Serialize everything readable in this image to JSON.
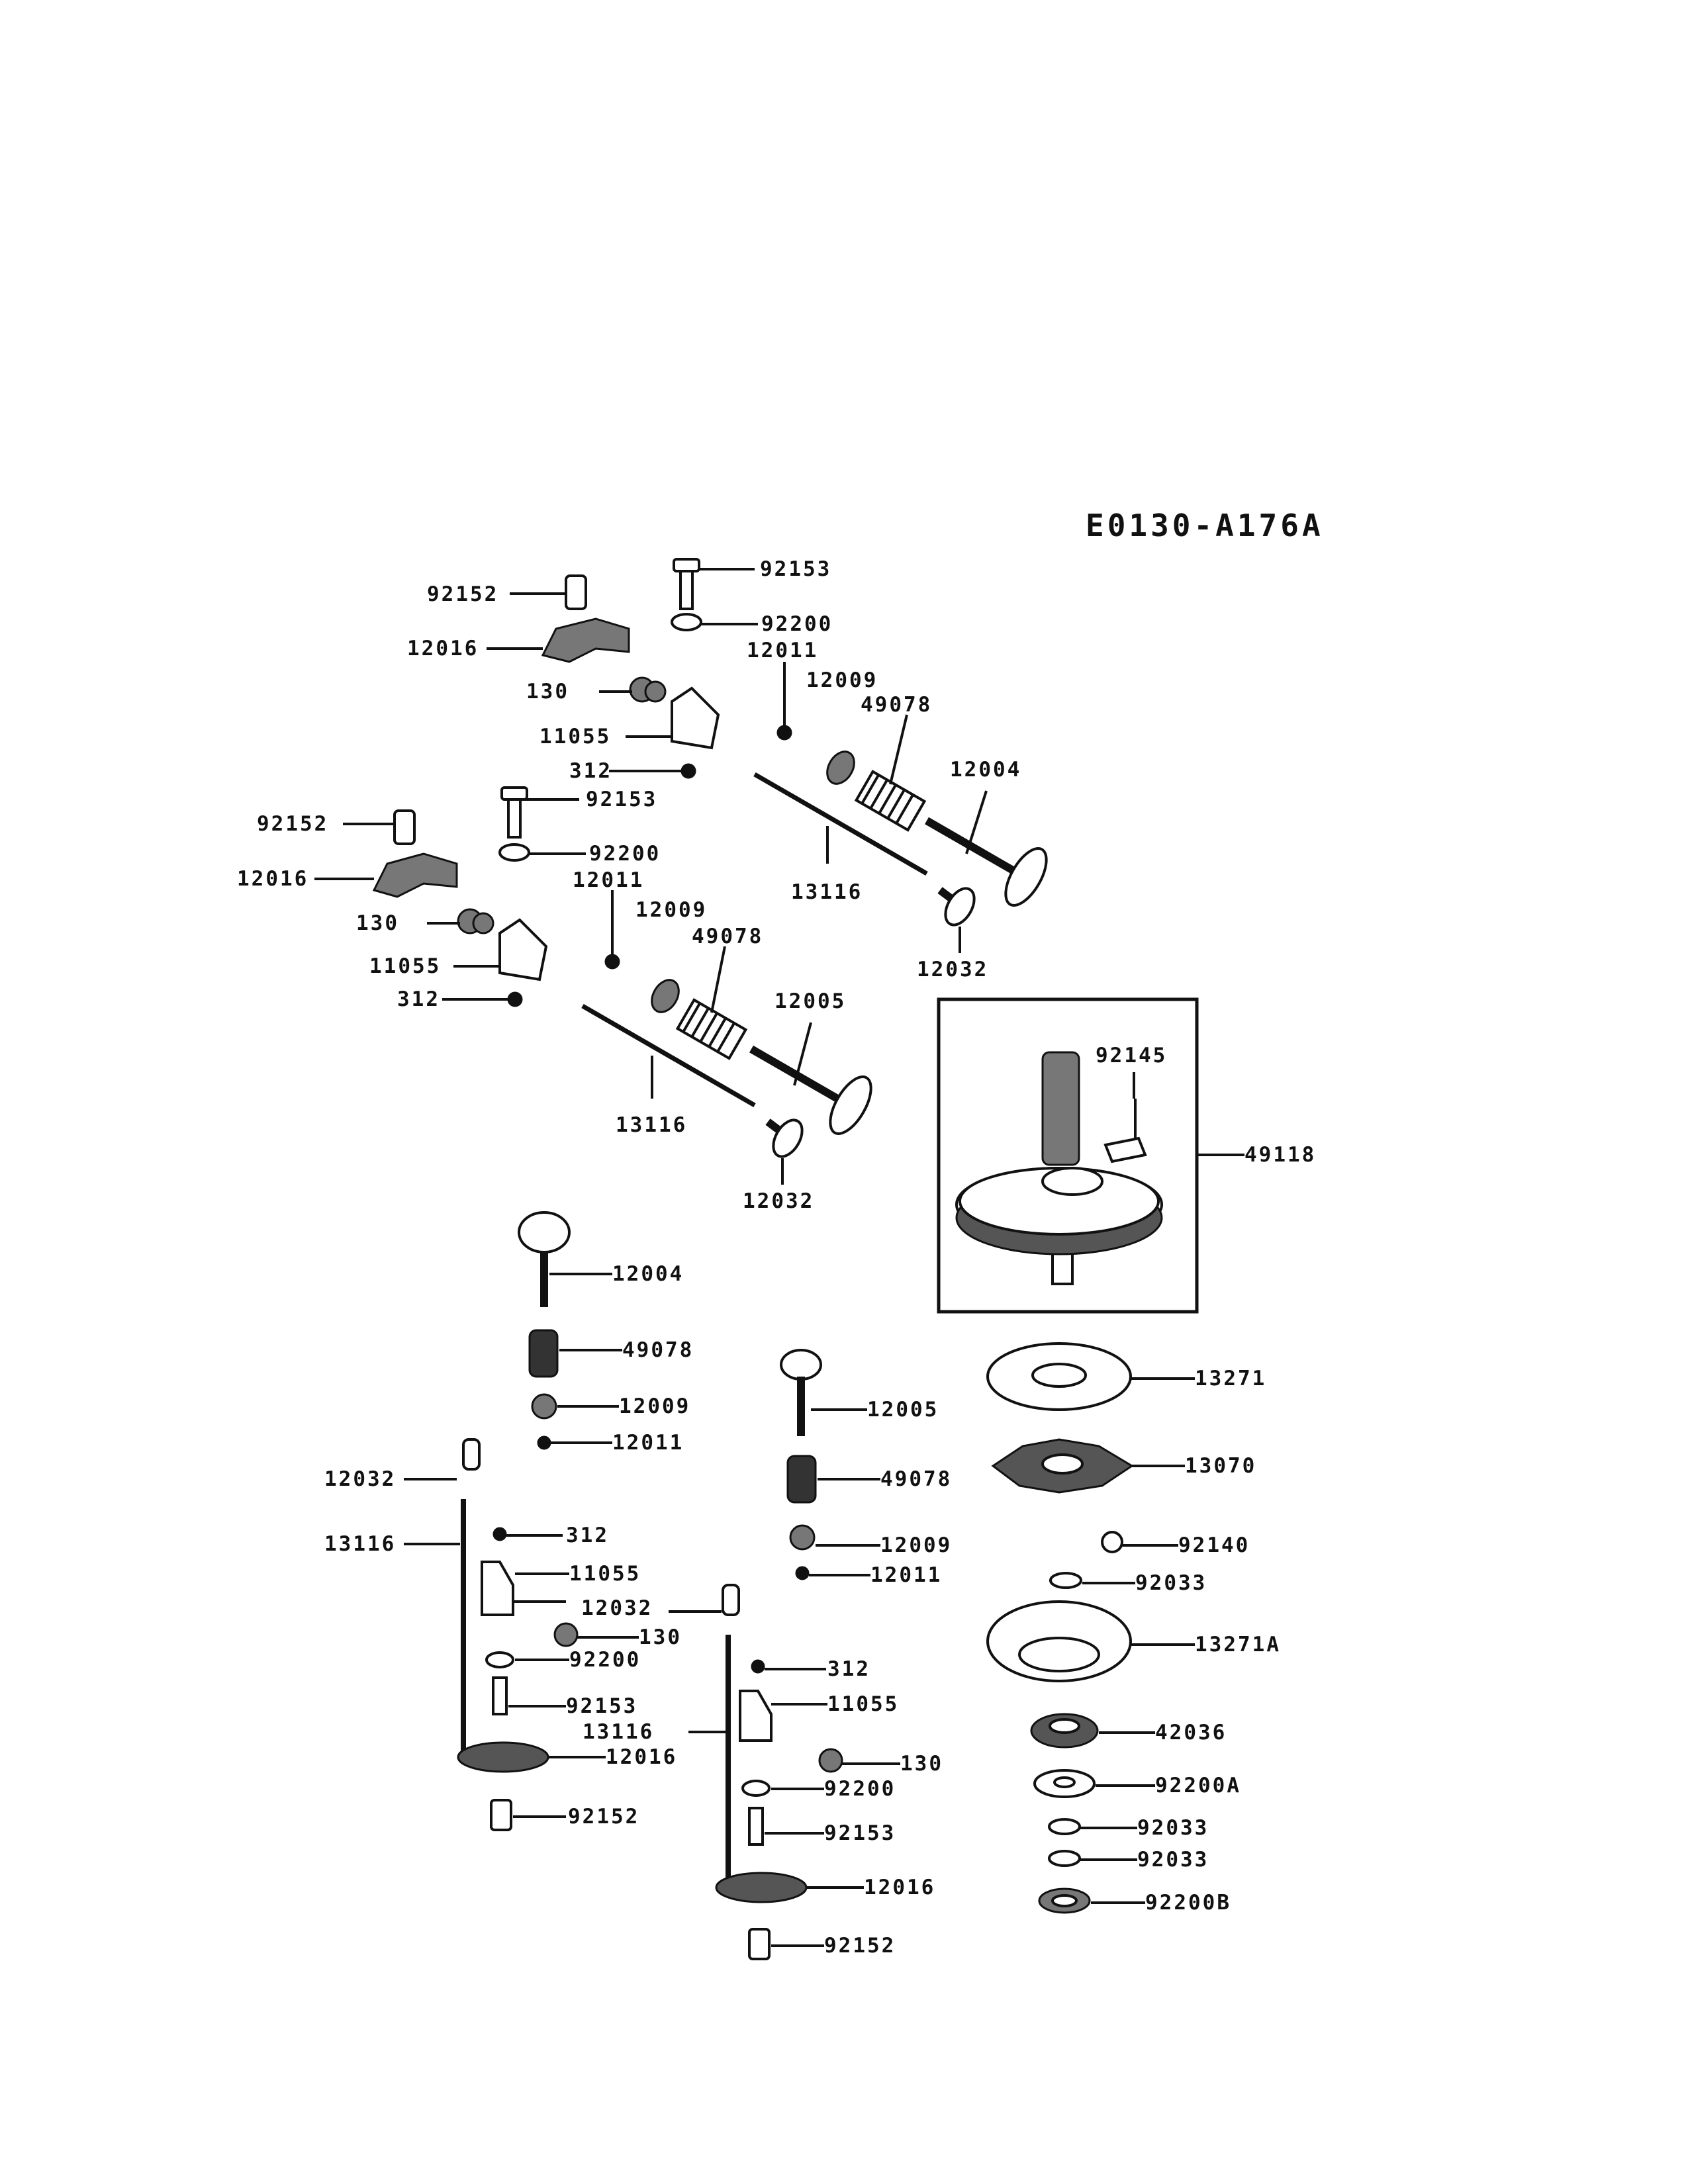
{
  "diagram": {
    "code": "E0130-A176A",
    "labels": [
      "92152",
      "12016",
      "130",
      "11055",
      "312",
      "92153",
      "92200",
      "12011",
      "12009",
      "49078",
      "12004",
      "13116",
      "12032",
      "92152",
      "12016",
      "130",
      "11055",
      "312",
      "92153",
      "92200",
      "12011",
      "12009",
      "49078",
      "12005",
      "13116",
      "12032",
      "92145",
      "49118",
      "12004",
      "49078",
      "12009",
      "12011",
      "12005",
      "49078",
      "12009",
      "12011",
      "12032",
      "13116",
      "312",
      "11055",
      "130",
      "92200",
      "92153",
      "12016",
      "92152",
      "12032",
      "312",
      "11055",
      "13116",
      "130",
      "92200",
      "92153",
      "12016",
      "92152",
      "13271",
      "13070",
      "92140",
      "92033",
      "13271A",
      "42036",
      "92200A",
      "92033",
      "92033",
      "92200B"
    ]
  }
}
